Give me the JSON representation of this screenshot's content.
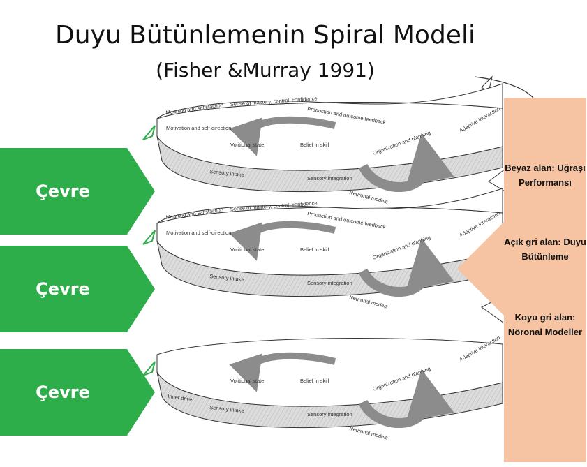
{
  "title": "Duyu Bütünlemenin Spiral Modeli",
  "subtitle": "(Fisher &Murray 1991)",
  "environment_label": "Çevre",
  "legend": {
    "white_area": "Beyaz alan: Uğraşı Performansı",
    "light_gray_area": "Açık gri alan: Duyu Bütünleme",
    "dark_gray_area": "Koyu gri alan: Nöronal Modeller"
  },
  "spiral_labels": {
    "meaning": "Meaning and satisfaction",
    "mastery": "Sense of mastery, control, confidence",
    "production": "Production and outcome feedback",
    "motivation": "Motivation and self-direction",
    "adaptive": "Adaptive interaction",
    "volitional": "Volitional state",
    "belief": "Belief in skill",
    "organization": "Organization and planning",
    "sensory_intake": "Sensory intake",
    "sensory_integration": "Sensory integration",
    "neuronal": "Neuronal models",
    "inner_drive": "Inner drive"
  },
  "colors": {
    "green": "#2eae4a",
    "peach": "#f6c4a2",
    "light_gray": "#dcdcdc",
    "dark_gray": "#8c8c8c",
    "line": "#333333"
  }
}
